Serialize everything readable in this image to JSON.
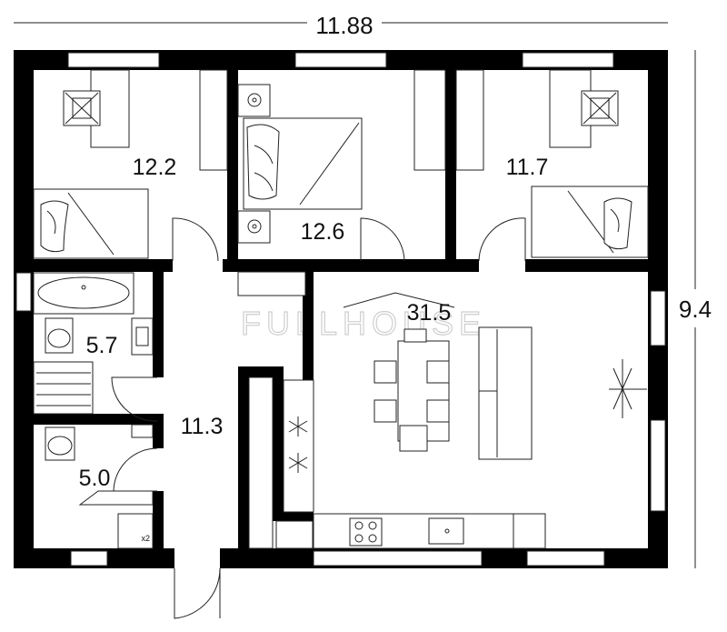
{
  "dimensions": {
    "width": "11.88",
    "height": "9.4"
  },
  "rooms": [
    {
      "id": "bedroom-left",
      "area": "12.2"
    },
    {
      "id": "bedroom-middle",
      "area": "12.6"
    },
    {
      "id": "bedroom-right",
      "area": "11.7"
    },
    {
      "id": "bathroom",
      "area": "5.7"
    },
    {
      "id": "wc",
      "area": "5.0"
    },
    {
      "id": "hall",
      "area": "11.3"
    },
    {
      "id": "living-kitchen",
      "area": "31.5"
    }
  ],
  "watermark": "FULLHOUSE",
  "fixture_note": "x2"
}
